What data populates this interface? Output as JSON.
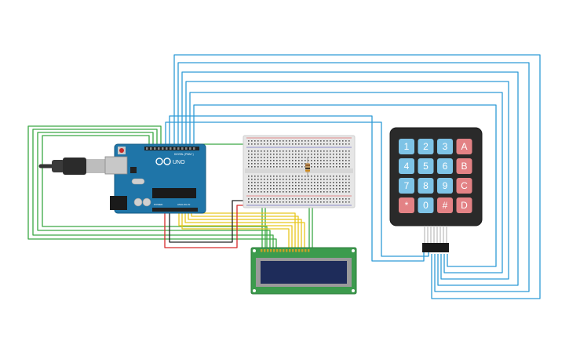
{
  "arduino": {
    "brand_text": "UNO",
    "digital_label": "DIGITAL (PWM~)",
    "analog_label": "ANALOG IN",
    "power_label": "POWER"
  },
  "keypad": {
    "keys": [
      "1",
      "2",
      "3",
      "A",
      "4",
      "5",
      "6",
      "B",
      "7",
      "8",
      "9",
      "C",
      "*",
      "0",
      "#",
      "D"
    ]
  },
  "colors": {
    "wire_blue": "#2e9bd6",
    "wire_green": "#3aa843",
    "wire_yellow": "#e8c61c",
    "wire_red": "#d62a2a",
    "wire_black": "#222222",
    "arduino_board": "#1f75a8",
    "key_blue": "#7ec3e6",
    "key_red": "#e38285",
    "lcd_screen": "#1e2c5a",
    "lcd_pcb": "#3c9b4d"
  }
}
